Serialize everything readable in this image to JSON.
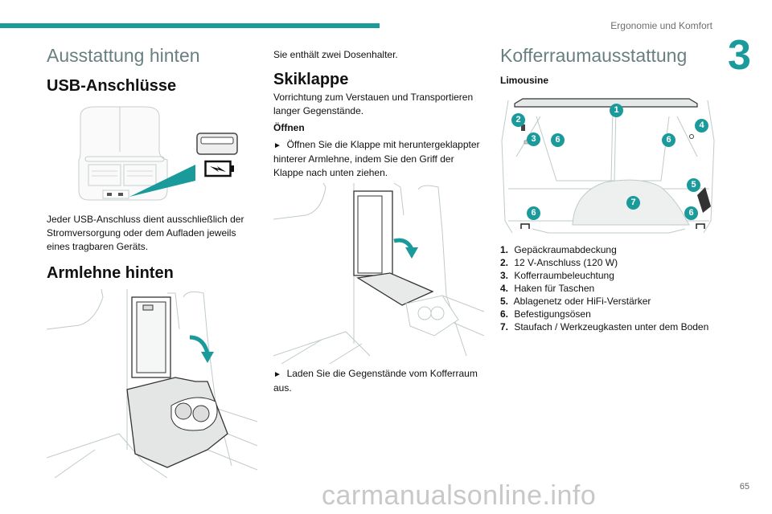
{
  "header": {
    "chapter_title": "Ergonomie und Komfort",
    "chapter_number": "3",
    "accent_color": "#1a9a9a"
  },
  "col1": {
    "section_title": "Ausstattung hinten",
    "usb_heading": "USB-Anschlüsse",
    "usb_text": "Jeder USB-Anschluss dient ausschließlich der Stromversorgung oder dem Aufladen jeweils eines tragbaren Geräts.",
    "armrest_heading": "Armlehne hinten"
  },
  "col2": {
    "cupholder_text": "Sie enthält zwei Dosenhalter.",
    "ski_heading": "Skiklappe",
    "ski_text": "Vorrichtung zum Verstauen und Transportieren langer Gegenstände.",
    "open_heading": "Öffnen",
    "bullet_marker": "►",
    "open_step": "Öffnen Sie die Klappe mit heruntergeklappter hinterer Armlehne, indem Sie den Griff der Klappe nach unten ziehen.",
    "load_step": "Laden Sie die Gegenstände vom Kofferraum aus."
  },
  "col3": {
    "section_title": "Kofferraumausstattung",
    "subheading": "Limousine",
    "callouts": [
      "1",
      "2",
      "3",
      "4",
      "5",
      "6",
      "6",
      "6",
      "6",
      "7"
    ],
    "legend": [
      {
        "num": "1.",
        "text": "Gepäckraumabdeckung"
      },
      {
        "num": "2.",
        "text": "12 V-Anschluss (120 W)"
      },
      {
        "num": "3.",
        "text": "Kofferraumbeleuchtung"
      },
      {
        "num": "4.",
        "text": "Haken für Taschen"
      },
      {
        "num": "5.",
        "text": "Ablagenetz oder HiFi-Verstärker"
      },
      {
        "num": "6.",
        "text": "Befestigungsösen"
      },
      {
        "num": "7.",
        "text": "Staufach / Werkzeugkasten unter dem Boden"
      }
    ]
  },
  "footer": {
    "page_number": "65",
    "watermark": "carmanualsonline.info"
  }
}
